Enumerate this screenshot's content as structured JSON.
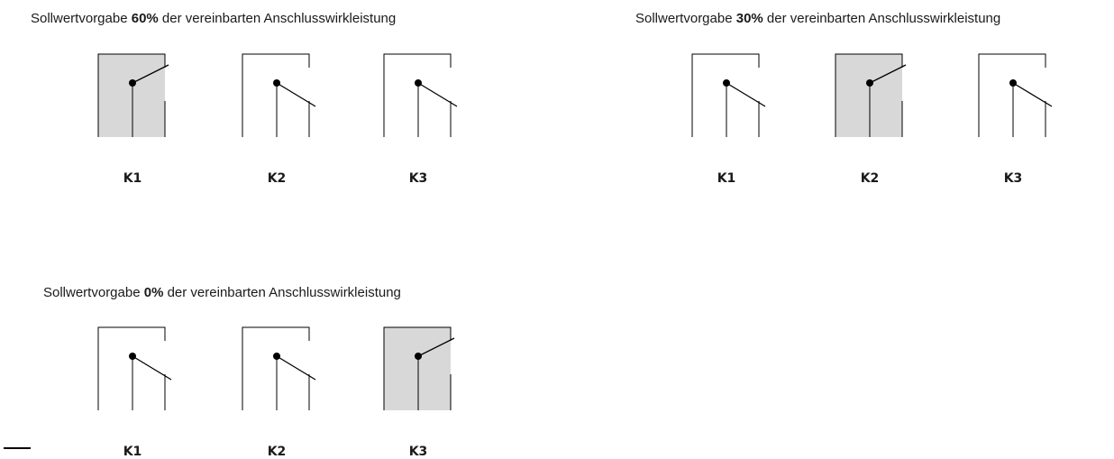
{
  "colors": {
    "active_fill": "#d8d8d8",
    "line": "#000000"
  },
  "groups": [
    {
      "prefix": "Sollwertvorgabe ",
      "value": "60%",
      "suffix": " der vereinbarten Anschlusswirkleistung",
      "relays": [
        {
          "label": "K1",
          "state": "closed"
        },
        {
          "label": "K2",
          "state": "open"
        },
        {
          "label": "K3",
          "state": "open"
        }
      ]
    },
    {
      "prefix": "Sollwertvorgabe ",
      "value": "30%",
      "suffix": " der vereinbarten Anschlusswirkleistung",
      "relays": [
        {
          "label": "K1",
          "state": "open"
        },
        {
          "label": "K2",
          "state": "closed"
        },
        {
          "label": "K3",
          "state": "open"
        }
      ]
    },
    {
      "prefix": "Sollwertvorgabe ",
      "value": "0%",
      "suffix": " der vereinbarten Anschlusswirkleistung",
      "relays": [
        {
          "label": "K1",
          "state": "open"
        },
        {
          "label": "K2",
          "state": "open"
        },
        {
          "label": "K3",
          "state": "closed"
        }
      ]
    }
  ]
}
